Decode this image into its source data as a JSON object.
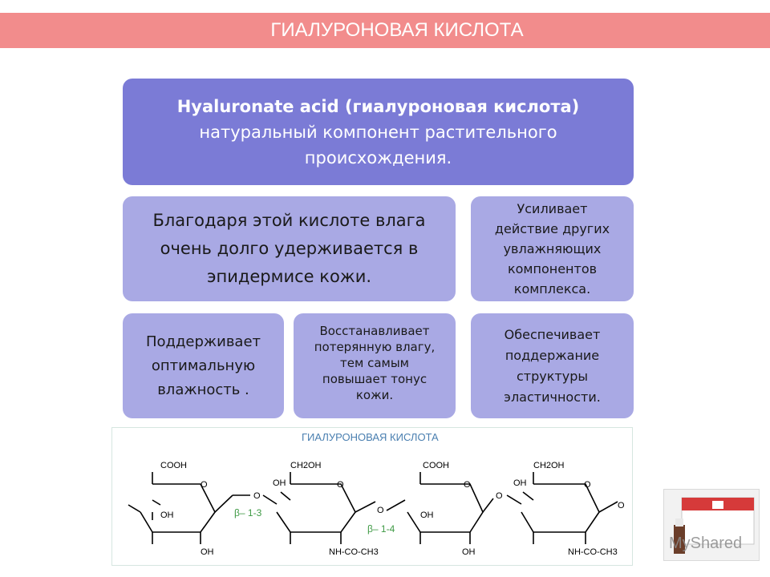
{
  "banner": {
    "title": "ГИАЛУРОНОВАЯ КИСЛОТА",
    "color": "#f28c8c"
  },
  "boxes": {
    "main_title": "Hyaluronate acid (гиалуроновая кислота)",
    "main_text": "натуральный компонент растительного\nпроисхождения.",
    "moisture": "Благодаря этой кислоте влага\nочень долго удерживается в\nэпидермисе кожи.",
    "enhance": "Усиливает\nдействие других\nувлажняющих\nкомпонентов\nкомплекса.",
    "support": "Поддерживает\nоптимальную\nвлажность .",
    "restore": "Восстанавливает\nпотерянную влагу,\nтем самым\nповышает тонус\nкожи.",
    "structure": "Обеспечивает\nподдержание\nструктуры\nэластичности."
  },
  "colors": {
    "main_box": "#7b7bd6",
    "light_box": "#a9a9e4"
  },
  "chemistry": {
    "title": "ГИАЛУРОНОВАЯ КИСЛОТА",
    "labels": {
      "cooh": "COOH",
      "ch2oh": "CH2OH",
      "oh": "OH",
      "o": "O",
      "nhcoch3": "NH-CO-CH3",
      "beta13": "β– 1-3",
      "beta14": "β– 1-4"
    }
  },
  "thumbnail": {
    "watermark": "MyShared"
  }
}
